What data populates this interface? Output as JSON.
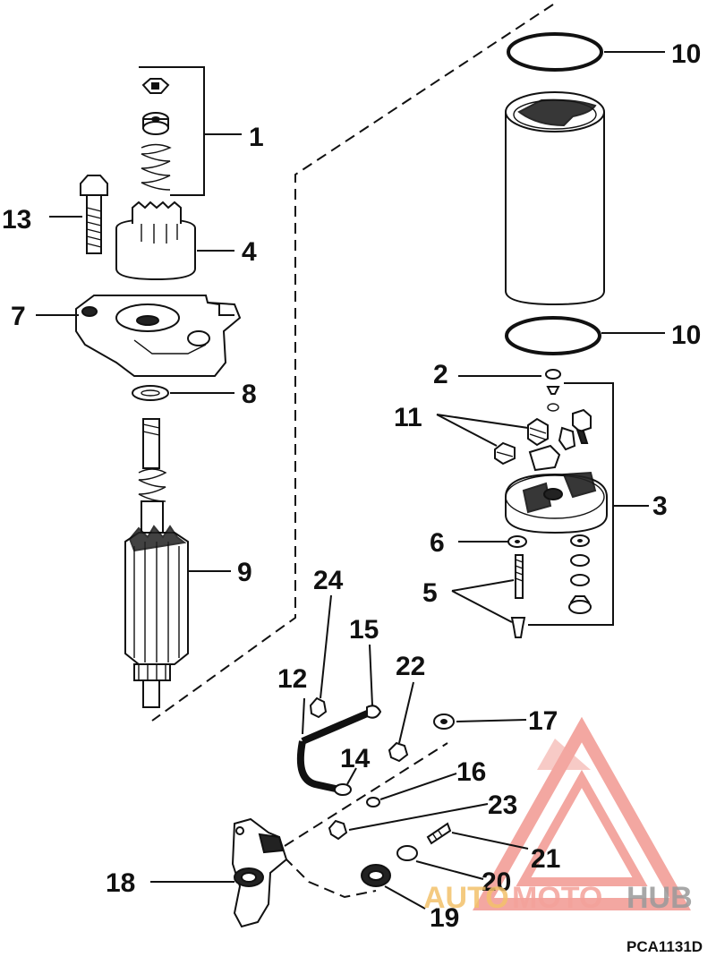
{
  "diagram_id": "PCA1131D",
  "callouts": [
    "1",
    "2",
    "3",
    "4",
    "5",
    "6",
    "7",
    "8",
    "9",
    "10",
    "10",
    "11",
    "12",
    "13",
    "14",
    "15",
    "16",
    "17",
    "18",
    "19",
    "20",
    "21",
    "22",
    "23",
    "24"
  ],
  "watermark": {
    "prefix": "AUTO",
    "mid": "MOTO",
    "suffix": "HUB",
    "colors": {
      "prefix": "#f3c16a",
      "mid": "#f4a29a",
      "suffix": "#9a9a9a",
      "triangle": "#ef8a82"
    }
  }
}
